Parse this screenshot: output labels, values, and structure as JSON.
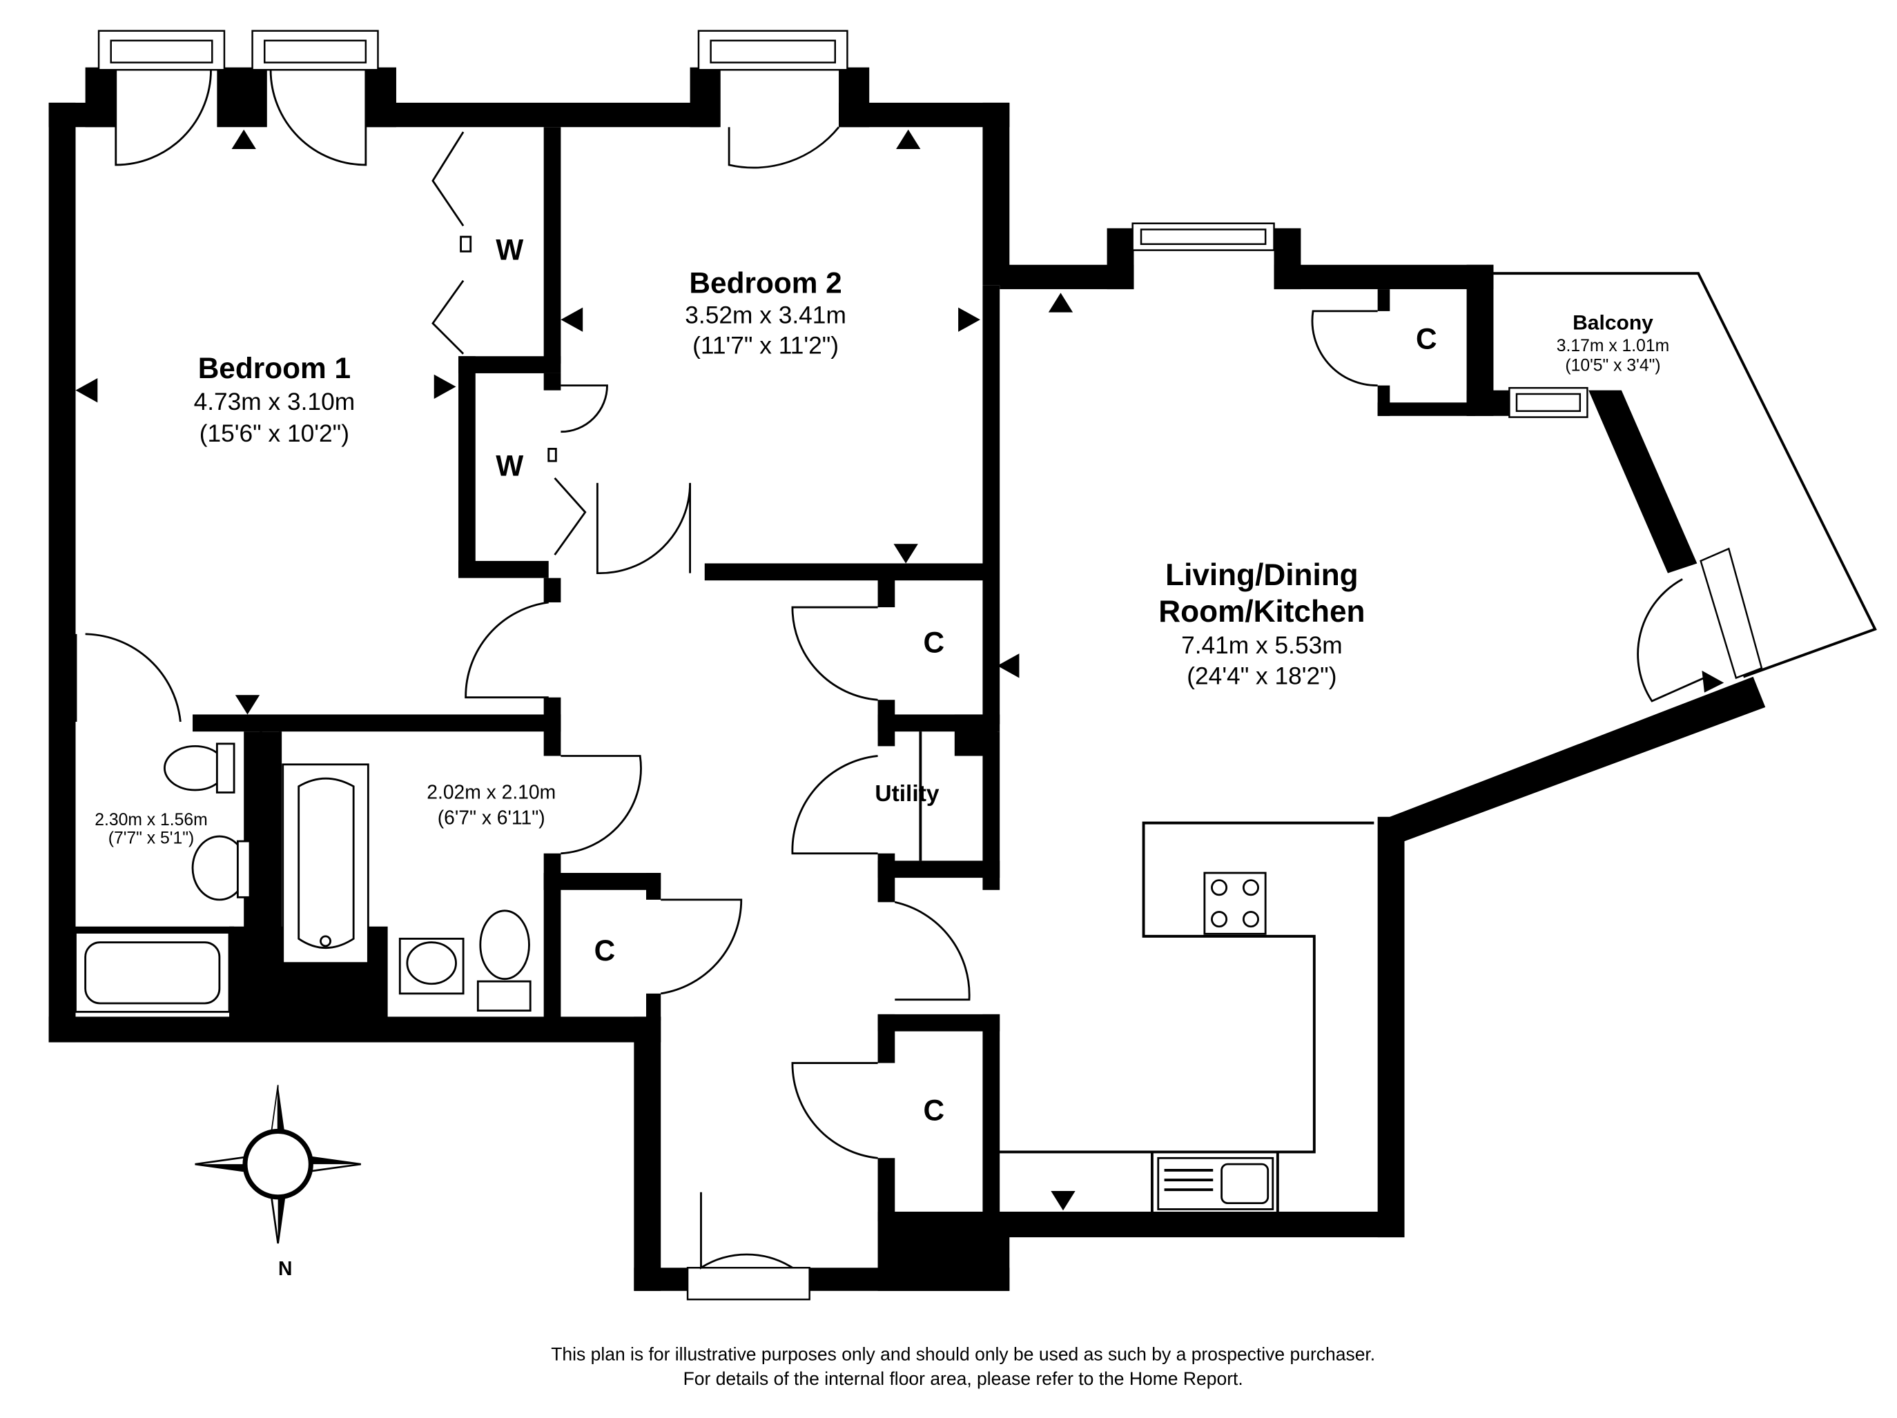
{
  "rooms": {
    "bedroom1": {
      "name": "Bedroom 1",
      "metric": "4.73m x 3.10m",
      "imperial": "(15'6\" x 10'2\")"
    },
    "bedroom2": {
      "name": "Bedroom 2",
      "metric": "3.52m x 3.41m",
      "imperial": "(11'7\" x 11'2\")"
    },
    "living": {
      "name_line1": "Living/Dining",
      "name_line2": "Room/Kitchen",
      "metric": "7.41m x 5.53m",
      "imperial": "(24'4\" x 18'2\")"
    },
    "balcony": {
      "name": "Balcony",
      "metric": "3.17m x 1.01m",
      "imperial": "(10'5\" x 3'4\")"
    },
    "bathroom": {
      "metric": "2.02m x 2.10m",
      "imperial": "(6'7\" x 6'11\")"
    },
    "ensuite": {
      "metric": "2.30m x 1.56m",
      "imperial": "(7'7\" x 5'1\")"
    },
    "utility": {
      "name": "Utility"
    }
  },
  "labels": {
    "wardrobe": "W",
    "cupboard": "C"
  },
  "compass": {
    "north_label": "N"
  },
  "disclaimer": {
    "line1": "This plan is for illustrative purposes only and should only be used as such by a prospective purchaser.",
    "line2": "For details of the internal floor area, please refer to the Home Report."
  }
}
